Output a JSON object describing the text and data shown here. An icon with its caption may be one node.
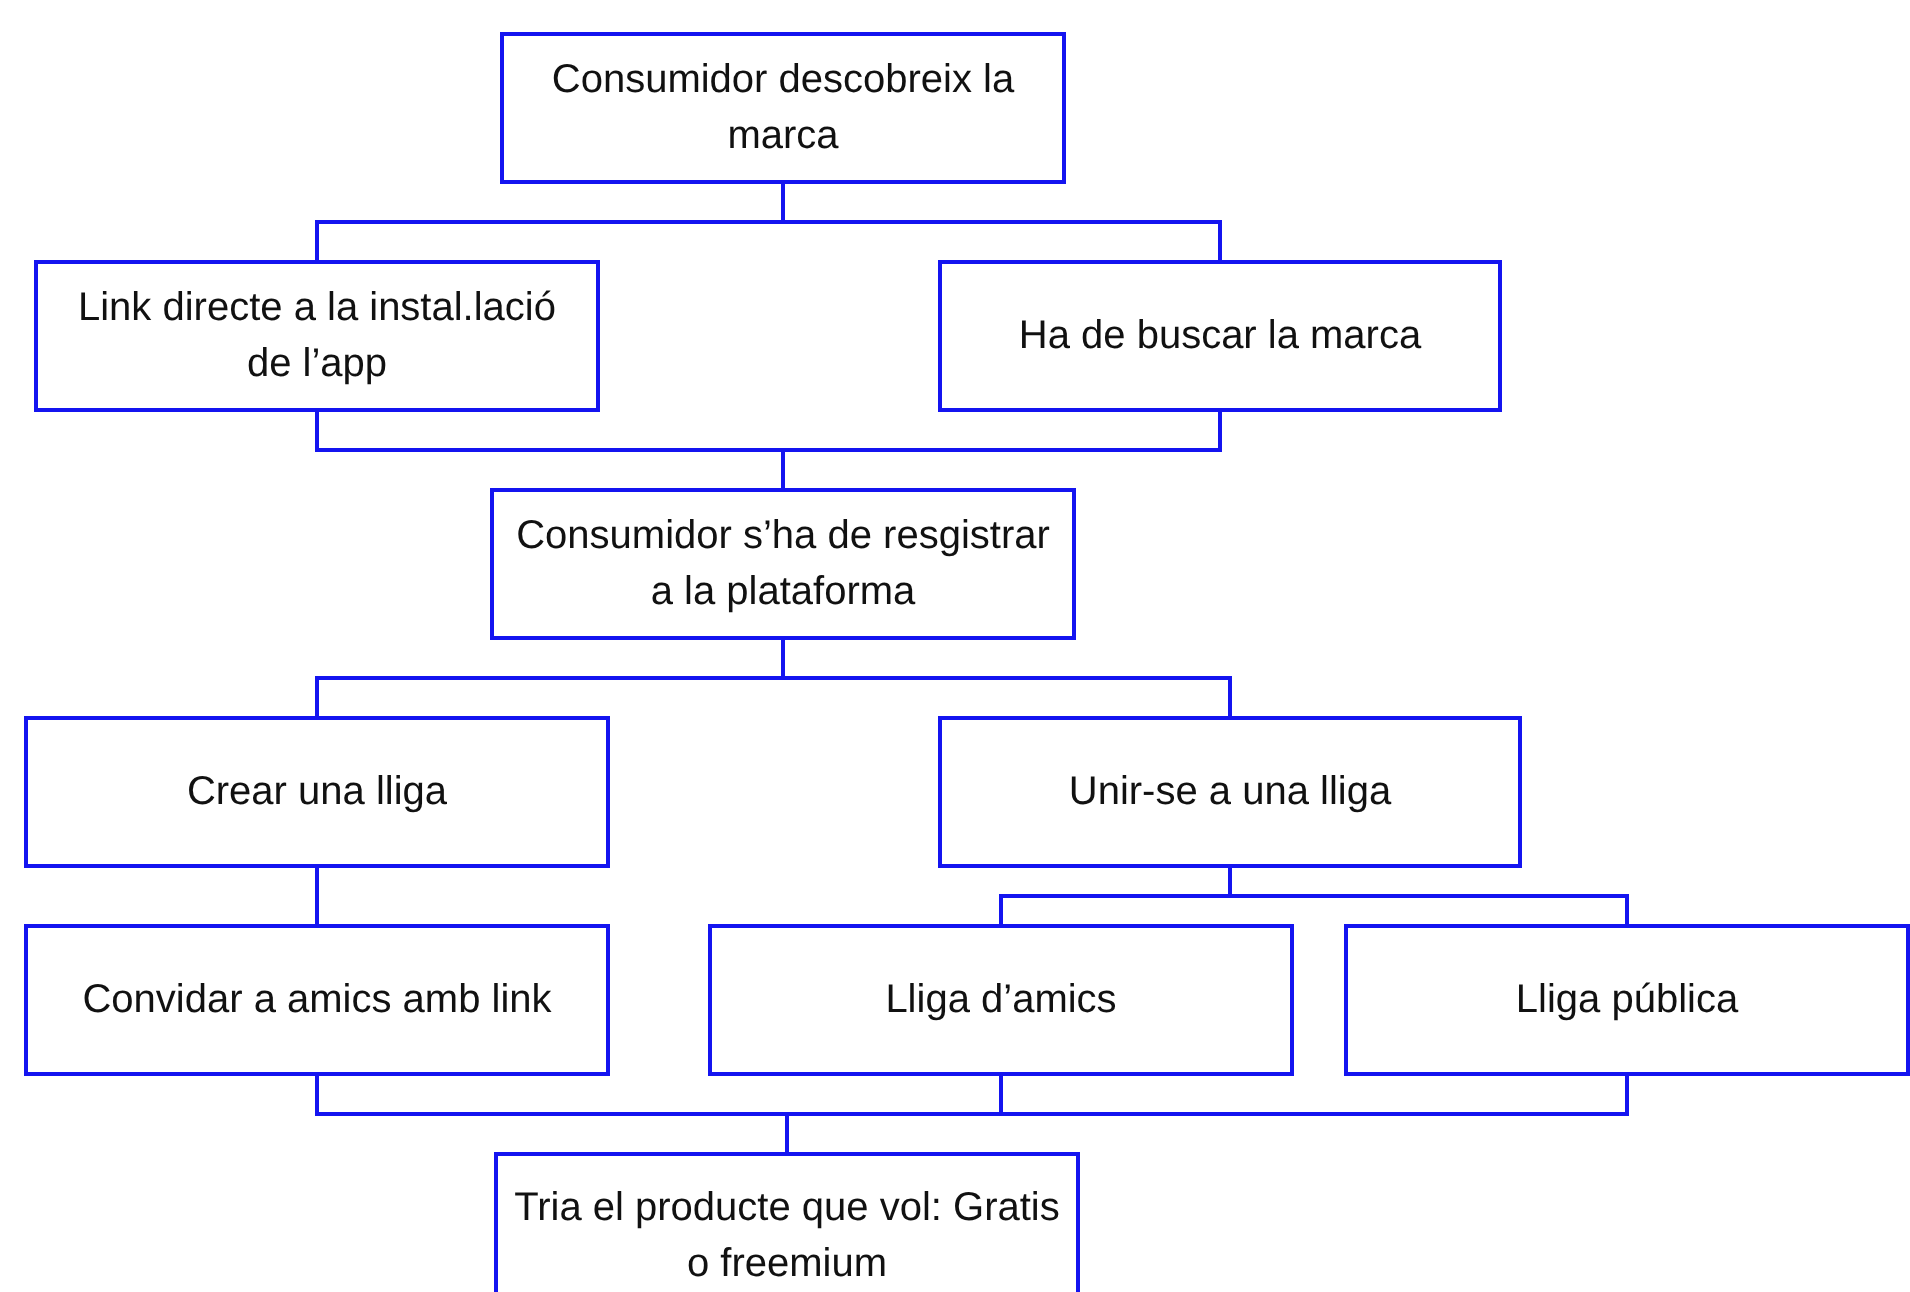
{
  "diagram": {
    "nodes": [
      {
        "text": [
          "Consumidor descobreix la marca"
        ]
      },
      {
        "text": [
          "Link directe a la instal.lació de l’app"
        ]
      },
      {
        "text": [
          "Ha de buscar la marca"
        ]
      },
      {
        "text": [
          "Consumidor s’ha de resgistrar a la plataforma"
        ]
      },
      {
        "text": [
          "Crear una lliga"
        ]
      },
      {
        "text": [
          "Unir-se a una lliga"
        ]
      },
      {
        "text": [
          "Convidar a amics amb link"
        ]
      },
      {
        "text": [
          "Lliga d’amics"
        ]
      },
      {
        "text": [
          "Lliga pública"
        ]
      },
      {
        "text": [
          "Tria el producte que vol: Gratis o freemium"
        ]
      }
    ],
    "edges": [
      {
        "from": 0,
        "to": 1,
        "arrow": "none"
      },
      {
        "from": 0,
        "to": 2,
        "arrow": "none"
      },
      {
        "from": 1,
        "to": 3,
        "arrow": "none"
      },
      {
        "from": 2,
        "to": 3,
        "arrow": "none"
      },
      {
        "from": 3,
        "to": 4,
        "arrow": "none"
      },
      {
        "from": 3,
        "to": 5,
        "arrow": "none"
      },
      {
        "from": 4,
        "to": 6,
        "arrow": "none"
      },
      {
        "from": 5,
        "to": 7,
        "arrow": "none"
      },
      {
        "from": 5,
        "to": 8,
        "arrow": "none"
      },
      {
        "from": 6,
        "to": 9,
        "arrow": "none"
      },
      {
        "from": 7,
        "to": 9,
        "arrow": "none"
      },
      {
        "from": 8,
        "to": 9,
        "arrow": "none"
      }
    ]
  }
}
